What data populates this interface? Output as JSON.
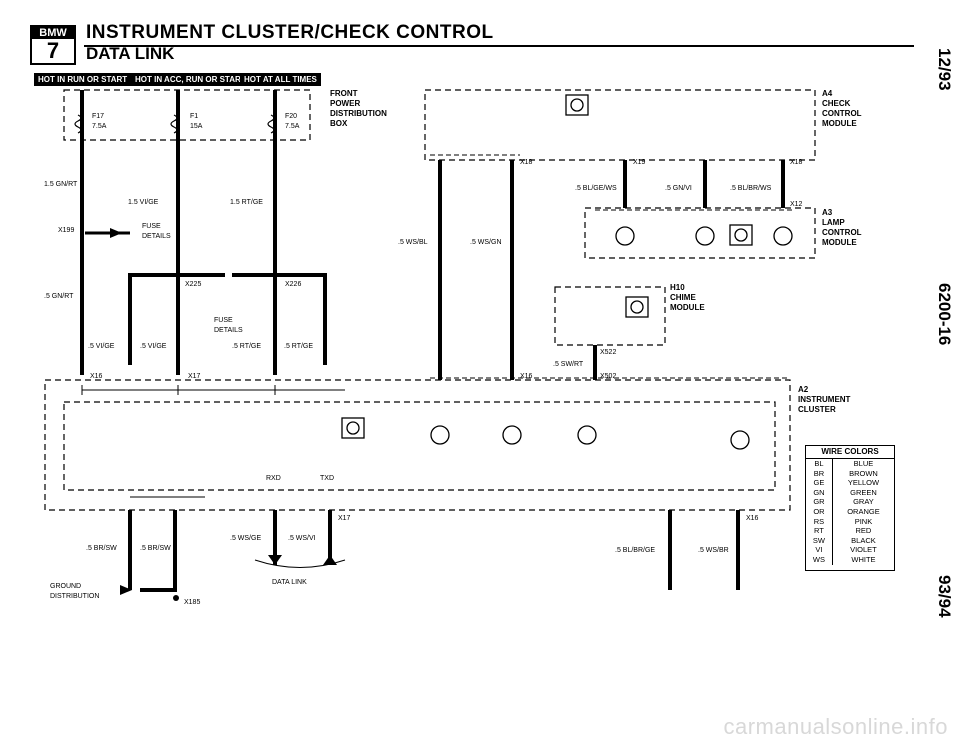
{
  "header": {
    "logo_top": "BMW",
    "logo_num": "7",
    "title": "INSTRUMENT CLUSTER/CHECK CONTROL",
    "subtitle": "DATA LINK",
    "pills": [
      "HOT IN RUN OR START",
      "HOT IN ACC, RUN OR START",
      "HOT AT ALL TIMES"
    ]
  },
  "side": {
    "date": "12/93",
    "page": "6200-16",
    "year": "93/94"
  },
  "modules": {
    "fuse_box": [
      "FRONT",
      "POWER",
      "DISTRIBUTION",
      "BOX"
    ],
    "check_control": [
      "A4",
      "CHECK",
      "CONTROL",
      "MODULE"
    ],
    "lamp_control": [
      "A3",
      "LAMP",
      "CONTROL",
      "MODULE"
    ],
    "chime": [
      "H10",
      "CHIME",
      "MODULE"
    ],
    "cluster": [
      "A2",
      "INSTRUMENT",
      "CLUSTER"
    ]
  },
  "fuses": [
    {
      "id": "F17",
      "rating": "7.5A"
    },
    {
      "id": "F1",
      "rating": "15A"
    },
    {
      "id": "F20",
      "rating": "7.5A"
    }
  ],
  "wires": {
    "gn_rt_15": "1.5 GN/RT",
    "vi_ge_15": "1.5 VI/GE",
    "rt_ge_15": "1.5 RT/GE",
    "gn_rt_05": ".5 GN/RT",
    "vi_ge_a": ".5 VI/GE",
    "vi_ge_b": ".5 VI/GE",
    "rt_ge_a": ".5 RT/GE",
    "rt_ge_b": ".5 RT/GE",
    "ws_bl": ".5 WS/BL",
    "ws_gn": ".5 WS/GN",
    "bl_ge_ws": ".5 BL/GE/WS",
    "gn_vi": ".5 GN/VI",
    "bl_br_ws": ".5 BL/BR/WS",
    "sw_rt": ".5 SW/RT",
    "br_sw_a": ".5 BR/SW",
    "br_sw_b": ".5 BR/SW",
    "ws_ge": ".5 WS/GE",
    "ws_vi": ".5 WS/VI",
    "bl_br_ge": ".5 BL/BR/GE",
    "ws_br": ".5 WS/BR"
  },
  "connectors": {
    "x199": "X199",
    "x225": "X225",
    "x226": "X226",
    "x16": "X16",
    "x17": "X17",
    "x18": "X18",
    "x19": "X19",
    "x12": "X12",
    "x522": "X522",
    "x502": "X502",
    "x185": "X185"
  },
  "notes": {
    "fuse_details": [
      "FUSE",
      "DETAILS"
    ],
    "rxd": "RXD",
    "txd": "TXD",
    "data_link": "DATA LINK",
    "ground": [
      "GROUND",
      "DISTRIBUTION"
    ]
  },
  "wire_colors": {
    "title": "WIRE COLORS",
    "rows": [
      [
        "BL",
        "BLUE"
      ],
      [
        "BR",
        "BROWN"
      ],
      [
        "GE",
        "YELLOW"
      ],
      [
        "GN",
        "GREEN"
      ],
      [
        "GR",
        "GRAY"
      ],
      [
        "OR",
        "ORANGE"
      ],
      [
        "RS",
        "PINK"
      ],
      [
        "RT",
        "RED"
      ],
      [
        "SW",
        "BLACK"
      ],
      [
        "VI",
        "VIOLET"
      ],
      [
        "WS",
        "WHITE"
      ]
    ]
  },
  "watermark": "carmanualsonline.info"
}
